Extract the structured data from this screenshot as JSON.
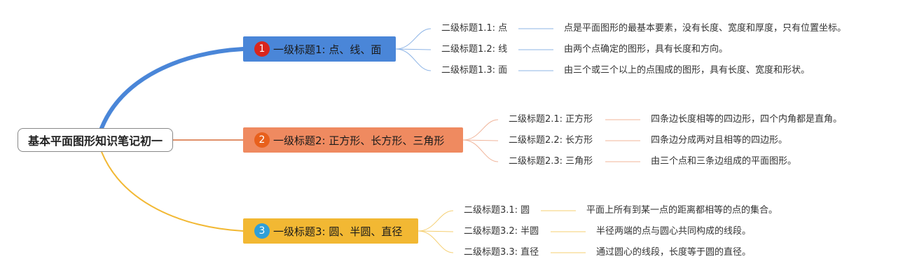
{
  "root": {
    "title": "基本平面图形知识笔记初一"
  },
  "branches": [
    {
      "number": "1",
      "title": "一级标题1: 点、线、面",
      "color": "#4a86d8",
      "badge_color": "#d9261c",
      "children": [
        {
          "label": "二级标题1.1: 点",
          "desc": "点是平面图形的最基本要素，没有长度、宽度和厚度，只有位置坐标。"
        },
        {
          "label": "二级标题1.2: 线",
          "desc": "由两个点确定的图形，具有长度和方向。"
        },
        {
          "label": "二级标题1.3: 面",
          "desc": "由三个或三个以上的点围成的图形，具有长度、宽度和形状。"
        }
      ]
    },
    {
      "number": "2",
      "title": "一级标题2: 正方形、长方形、三角形",
      "color": "#ef8a60",
      "badge_color": "#e8601c",
      "children": [
        {
          "label": "二级标题2.1: 正方形",
          "desc": "四条边长度相等的四边形，四个内角都是直角。"
        },
        {
          "label": "二级标题2.2: 长方形",
          "desc": "四条边分成两对且相等的四边形。"
        },
        {
          "label": "二级标题2.3: 三角形",
          "desc": "由三个点和三条边组成的平面图形。"
        }
      ]
    },
    {
      "number": "3",
      "title": "一级标题3: 圆、半圆、直径",
      "color": "#f2b833",
      "badge_color": "#2f9fd8",
      "children": [
        {
          "label": "二级标题3.1: 圆",
          "desc": "平面上所有到某一点的距离都相等的点的集合。"
        },
        {
          "label": "二级标题3.2: 半圆",
          "desc": "半径两端的点与圆心共同构成的线段。"
        },
        {
          "label": "二级标题3.3: 直径",
          "desc": "通过圆心的线段，长度等于圆的直径。"
        }
      ]
    }
  ]
}
